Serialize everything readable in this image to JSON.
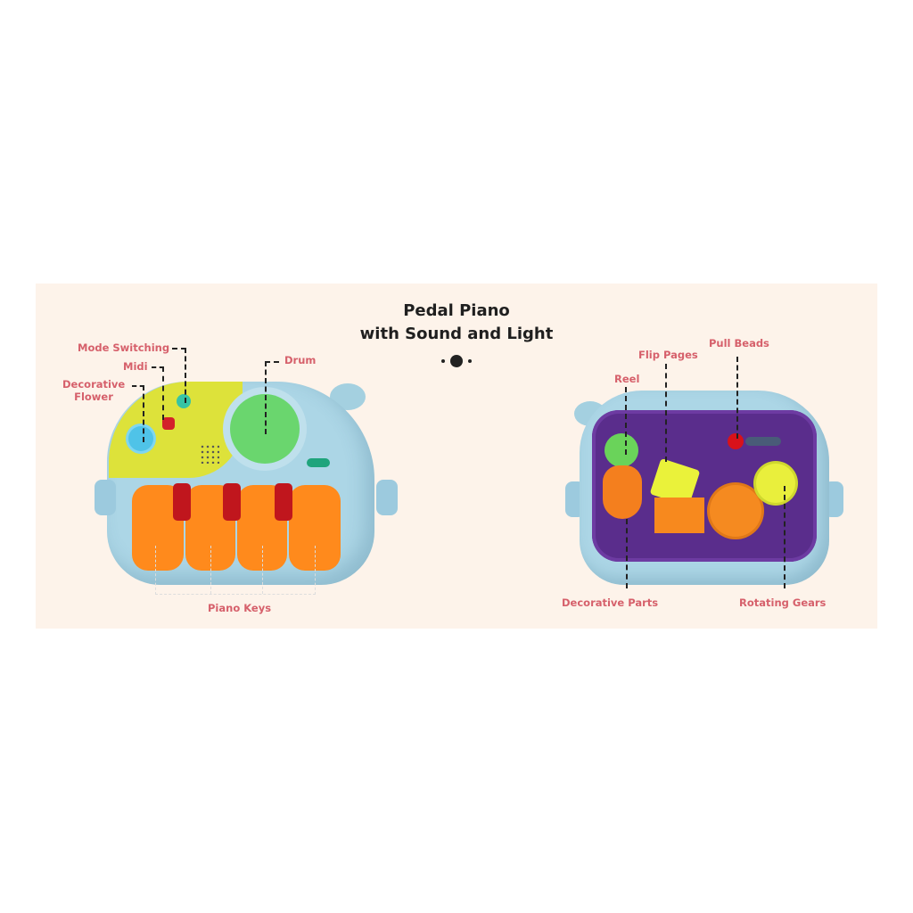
{
  "title": {
    "line1": "Pedal Piano",
    "line2": "with Sound and Light"
  },
  "left_toy": {
    "labels": {
      "mode_switching": "Mode Switching",
      "midi": "Midi",
      "decorative_flower_1": "Decorative",
      "decorative_flower_2": "Flower",
      "drum": "Drum",
      "piano_keys": "Piano Keys"
    }
  },
  "right_toy": {
    "labels": {
      "reel": "Reel",
      "flip_pages": "Flip Pages",
      "pull_beads": "Pull Beads",
      "decorative_parts": "Decorative Parts",
      "rotating_gears": "Rotating Gears"
    }
  },
  "colors": {
    "label": "#d6606b",
    "panel": "#fdf3ea",
    "toy_body": "#a9d4e3",
    "keys": "#ff8a1c",
    "black_keys": "#c0161d",
    "tray": "#5a2d8c"
  }
}
